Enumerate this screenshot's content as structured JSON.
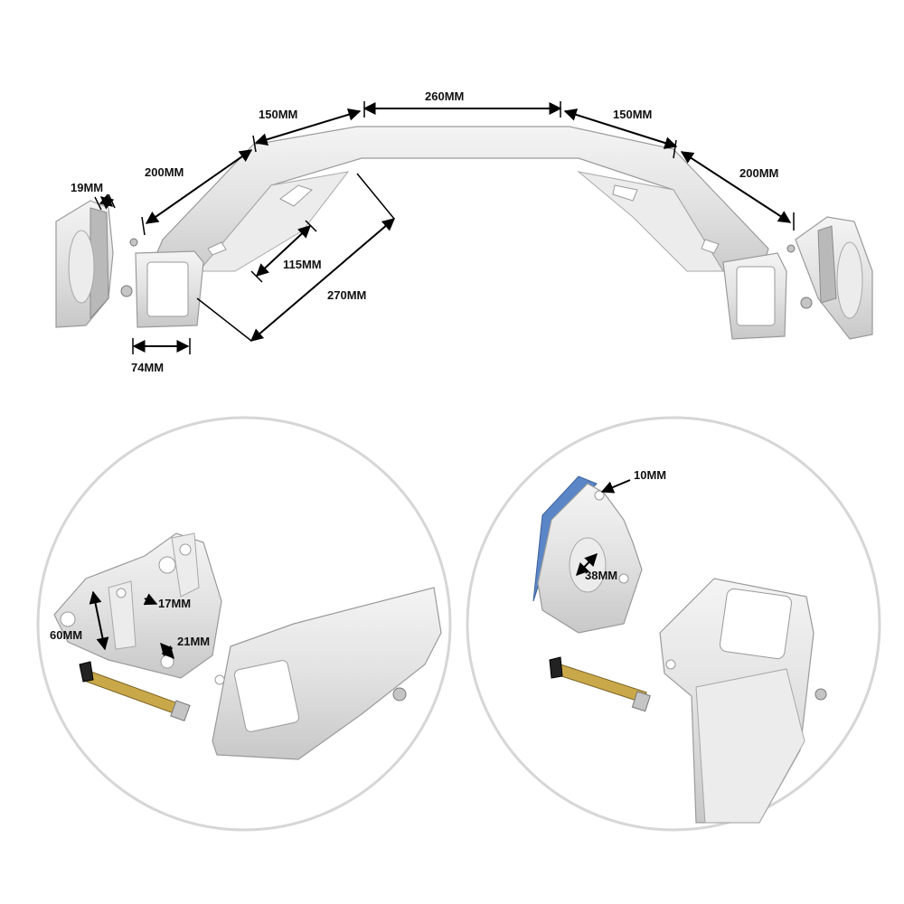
{
  "dimensions": {
    "top_center": "260MM",
    "top_left": "150MM",
    "top_right": "150MM",
    "side_left": "200MM",
    "side_right": "200MM",
    "mount_width": "19MM",
    "bracket_width": "74MM",
    "diagonal_inner": "115MM",
    "diagonal_outer": "270MM"
  },
  "detail_left": {
    "height": "60MM",
    "slot": "17MM",
    "hole": "21MM"
  },
  "detail_right": {
    "edge": "10MM",
    "bore": "38MM"
  }
}
